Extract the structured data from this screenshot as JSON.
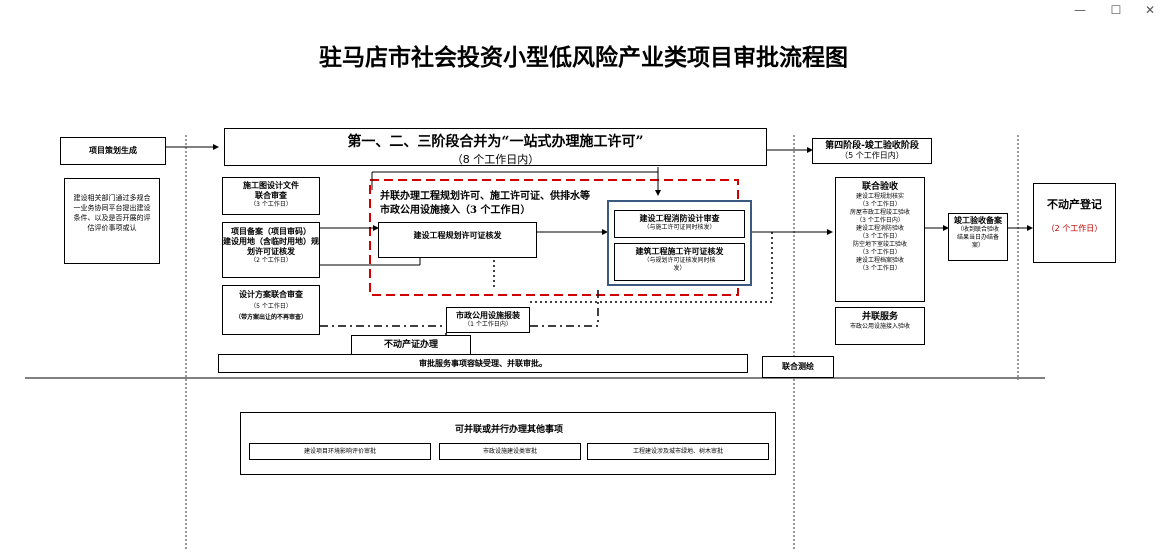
{
  "window": {
    "minimize": "—",
    "maximize": "☐",
    "close": "✕"
  },
  "title": "驻马店市社会投资小型低风险产业类项目审批流程图",
  "stage1": {
    "label": "项目策划生成",
    "desc": [
      "建设相关部门通过多规合",
      "一业务协同平台提出建设",
      "条件、以及是否开展的评",
      "估评价事项或认"
    ]
  },
  "stage2": {
    "title": "第一、二、三阶段合并为“一站式办理施工许可”",
    "days": "（8 个工作日内）"
  },
  "design_doc": {
    "line1": "施工图设计文件",
    "line2": "联合审查",
    "days": "（3 个工作日）"
  },
  "filing": {
    "line1": "项目备案（项目审码）",
    "line2": "建设用地（含临时用地）规",
    "line3": "划许可证核发",
    "days": "（2 个工作日）"
  },
  "scheme": {
    "line1": "设计方案联合审查",
    "days": "（5 个工作日）",
    "note": "（带方案出让的不再审查）"
  },
  "parallel": {
    "line1": "并联办理工程规划许可、施工许可证、供排水等",
    "line2": "市政公用设施接入（3 个工作日）"
  },
  "plan_permit": {
    "label": "建设工程规划许可证核发"
  },
  "fire_review": {
    "line1": "建设工程消防设计审查",
    "line2": "（与施工许可证同时核发）"
  },
  "construct_permit": {
    "line1": "建筑工程施工许可证核发",
    "line2": "（与规划许可证核发同时核",
    "line3": "发）"
  },
  "municipal": {
    "line1": "市政公用设施报装",
    "days": "（1 个工作日内）"
  },
  "real_estate_proc": {
    "label": "不动产证办理"
  },
  "accept_service": {
    "label": "审批服务事项容缺受理、并联审批。"
  },
  "joint_survey": {
    "label": "联合测绘"
  },
  "stage4": {
    "title": "第四阶段-竣工验收阶段",
    "days": "（5 个工作日内）"
  },
  "joint_accept": {
    "title": "联合验收",
    "items": [
      "建设工程规划核实",
      "（3 个工作日）",
      "房屋市政工程竣工验收",
      "（3 个工作日内）",
      "建设工程消防验收",
      "（3 个工作日）",
      "防空地下室竣工验收",
      "（3 个工作日）",
      "建设工程档案验收",
      "（3 个工作日）"
    ]
  },
  "parallel_service": {
    "title": "并联服务",
    "line1": "市政公用设施接入验收"
  },
  "filing_done": {
    "line1": "竣工验收备案",
    "line2": "（收到联合验收",
    "line3": "结果当日办结备",
    "line4": "案）"
  },
  "real_estate": {
    "title": "不动产登记",
    "days": "（2 个工作日）"
  },
  "other": {
    "title": "可并联或并行办理其他事项",
    "items": [
      "建设项目环境影响评价审批",
      "市政设施建设类审批",
      "工程建设涉及城市绿地、树木审批"
    ]
  },
  "colors": {
    "dashed_red": "#d00000",
    "permit_border": "#3a5a80",
    "red_text": "#c00000"
  }
}
